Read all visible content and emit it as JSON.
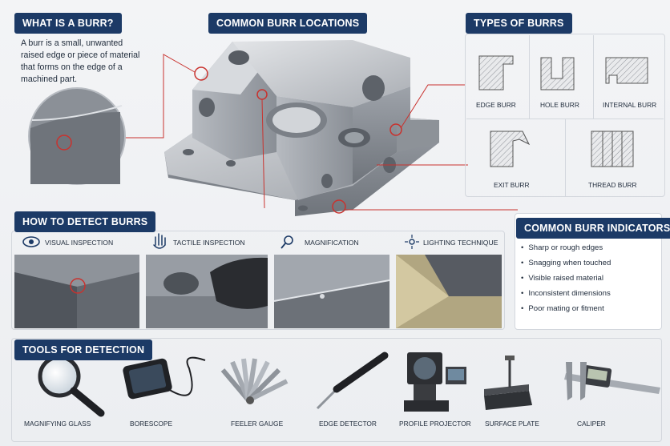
{
  "sections": {
    "what_title": "WHAT IS A BURR?",
    "what_text": "A burr is a small, unwanted raised edge or piece of material that forms on the edge of a machined part.",
    "locations_title": "COMMON BURR LOCATIONS",
    "types_title": "TYPES OF BURRS",
    "detect_title": "HOW TO DETECT BURRS",
    "indicators_title": "COMMON BURR INDICATORS",
    "tools_title": "TOOLS FOR DETECTION"
  },
  "burr_types": [
    {
      "label": "EDGE BURR"
    },
    {
      "label": "HOLE BURR"
    },
    {
      "label": "INTERNAL BURR"
    },
    {
      "label": "EXIT BURR"
    },
    {
      "label": "THREAD BURR"
    }
  ],
  "detection_methods": [
    {
      "label": "VISUAL INSPECTION",
      "icon": "eye-icon"
    },
    {
      "label": "TACTILE INSPECTION",
      "icon": "hand-icon"
    },
    {
      "label": "MAGNIFICATION",
      "icon": "magnifier-icon"
    },
    {
      "label": "LIGHTING TECHNIQUE",
      "icon": "light-icon"
    }
  ],
  "indicators": [
    "Sharp or rough edges",
    "Snagging when touched",
    "Visible raised material",
    "Inconsistent dimensions",
    "Poor mating or fitment"
  ],
  "tools": [
    {
      "label": "MAGNIFYING GLASS"
    },
    {
      "label": "BORESCOPE"
    },
    {
      "label": "FEELER GAUGE"
    },
    {
      "label": "EDGE DETECTOR"
    },
    {
      "label": "PROFILE PROJECTOR"
    },
    {
      "label": "SURFACE PLATE"
    },
    {
      "label": "CALIPER"
    }
  ],
  "colors": {
    "navy": "#1c3a66",
    "leader": "#c9322e",
    "metal_light": "#c9ccd1",
    "metal_dark": "#7d828a"
  }
}
